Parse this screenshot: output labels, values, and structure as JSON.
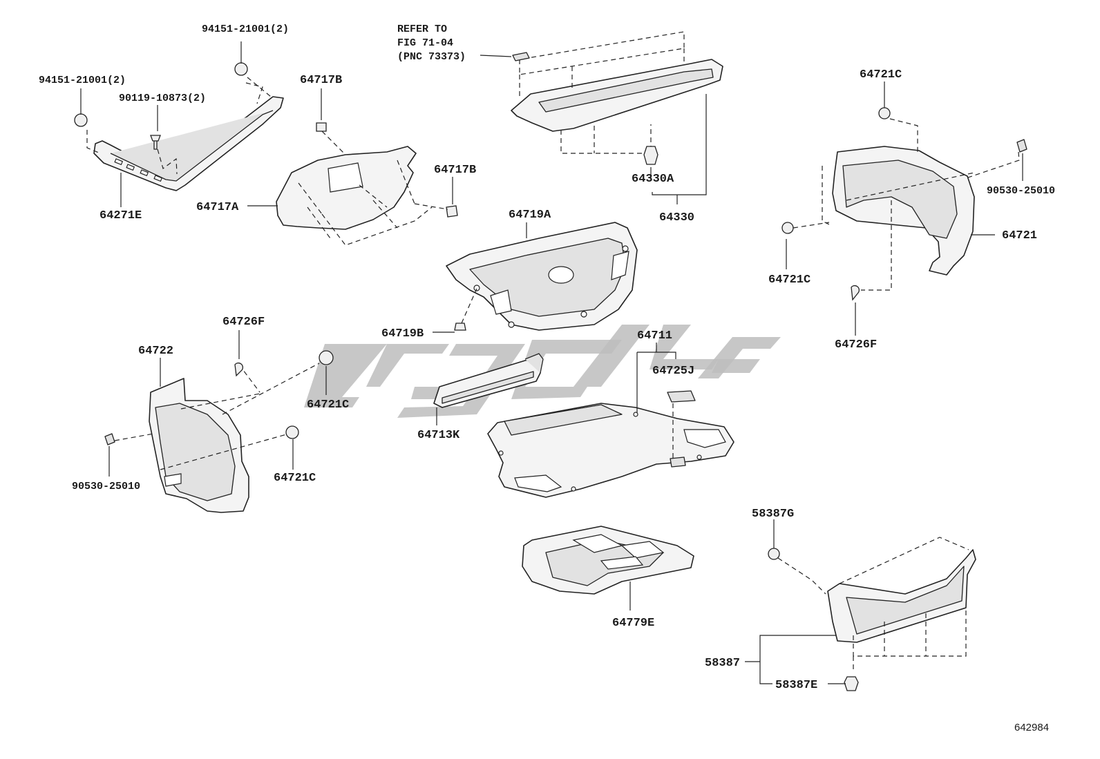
{
  "diagram_id": "642984",
  "reference_note": {
    "line1": "REFER TO",
    "line2": "FIG 71-04",
    "line3": "(PNC 73373)"
  },
  "labels": {
    "p94151_top": "94151-21001(2)",
    "p94151_left": "94151-21001(2)",
    "p90119": "90119-10873(2)",
    "p64271E": "64271E",
    "p64717B_top": "64717B",
    "p64717B_right": "64717B",
    "p64717A": "64717A",
    "p64330A": "64330A",
    "p64330": "64330",
    "p64719A": "64719A",
    "p64719B": "64719B",
    "p64721C_top": "64721C",
    "p90530_right": "90530-25010",
    "p64721": "64721",
    "p64721C_right": "64721C",
    "p64726F_right": "64726F",
    "p64711": "64711",
    "p64725J": "64725J",
    "p64713K": "64713K",
    "p64726F_left": "64726F",
    "p64722": "64722",
    "p64721C_mid": "64721C",
    "p64721C_low": "64721C",
    "p90530_left": "90530-25010",
    "p64779E": "64779E",
    "p58387G": "58387G",
    "p58387": "58387",
    "p58387E": "58387E"
  }
}
